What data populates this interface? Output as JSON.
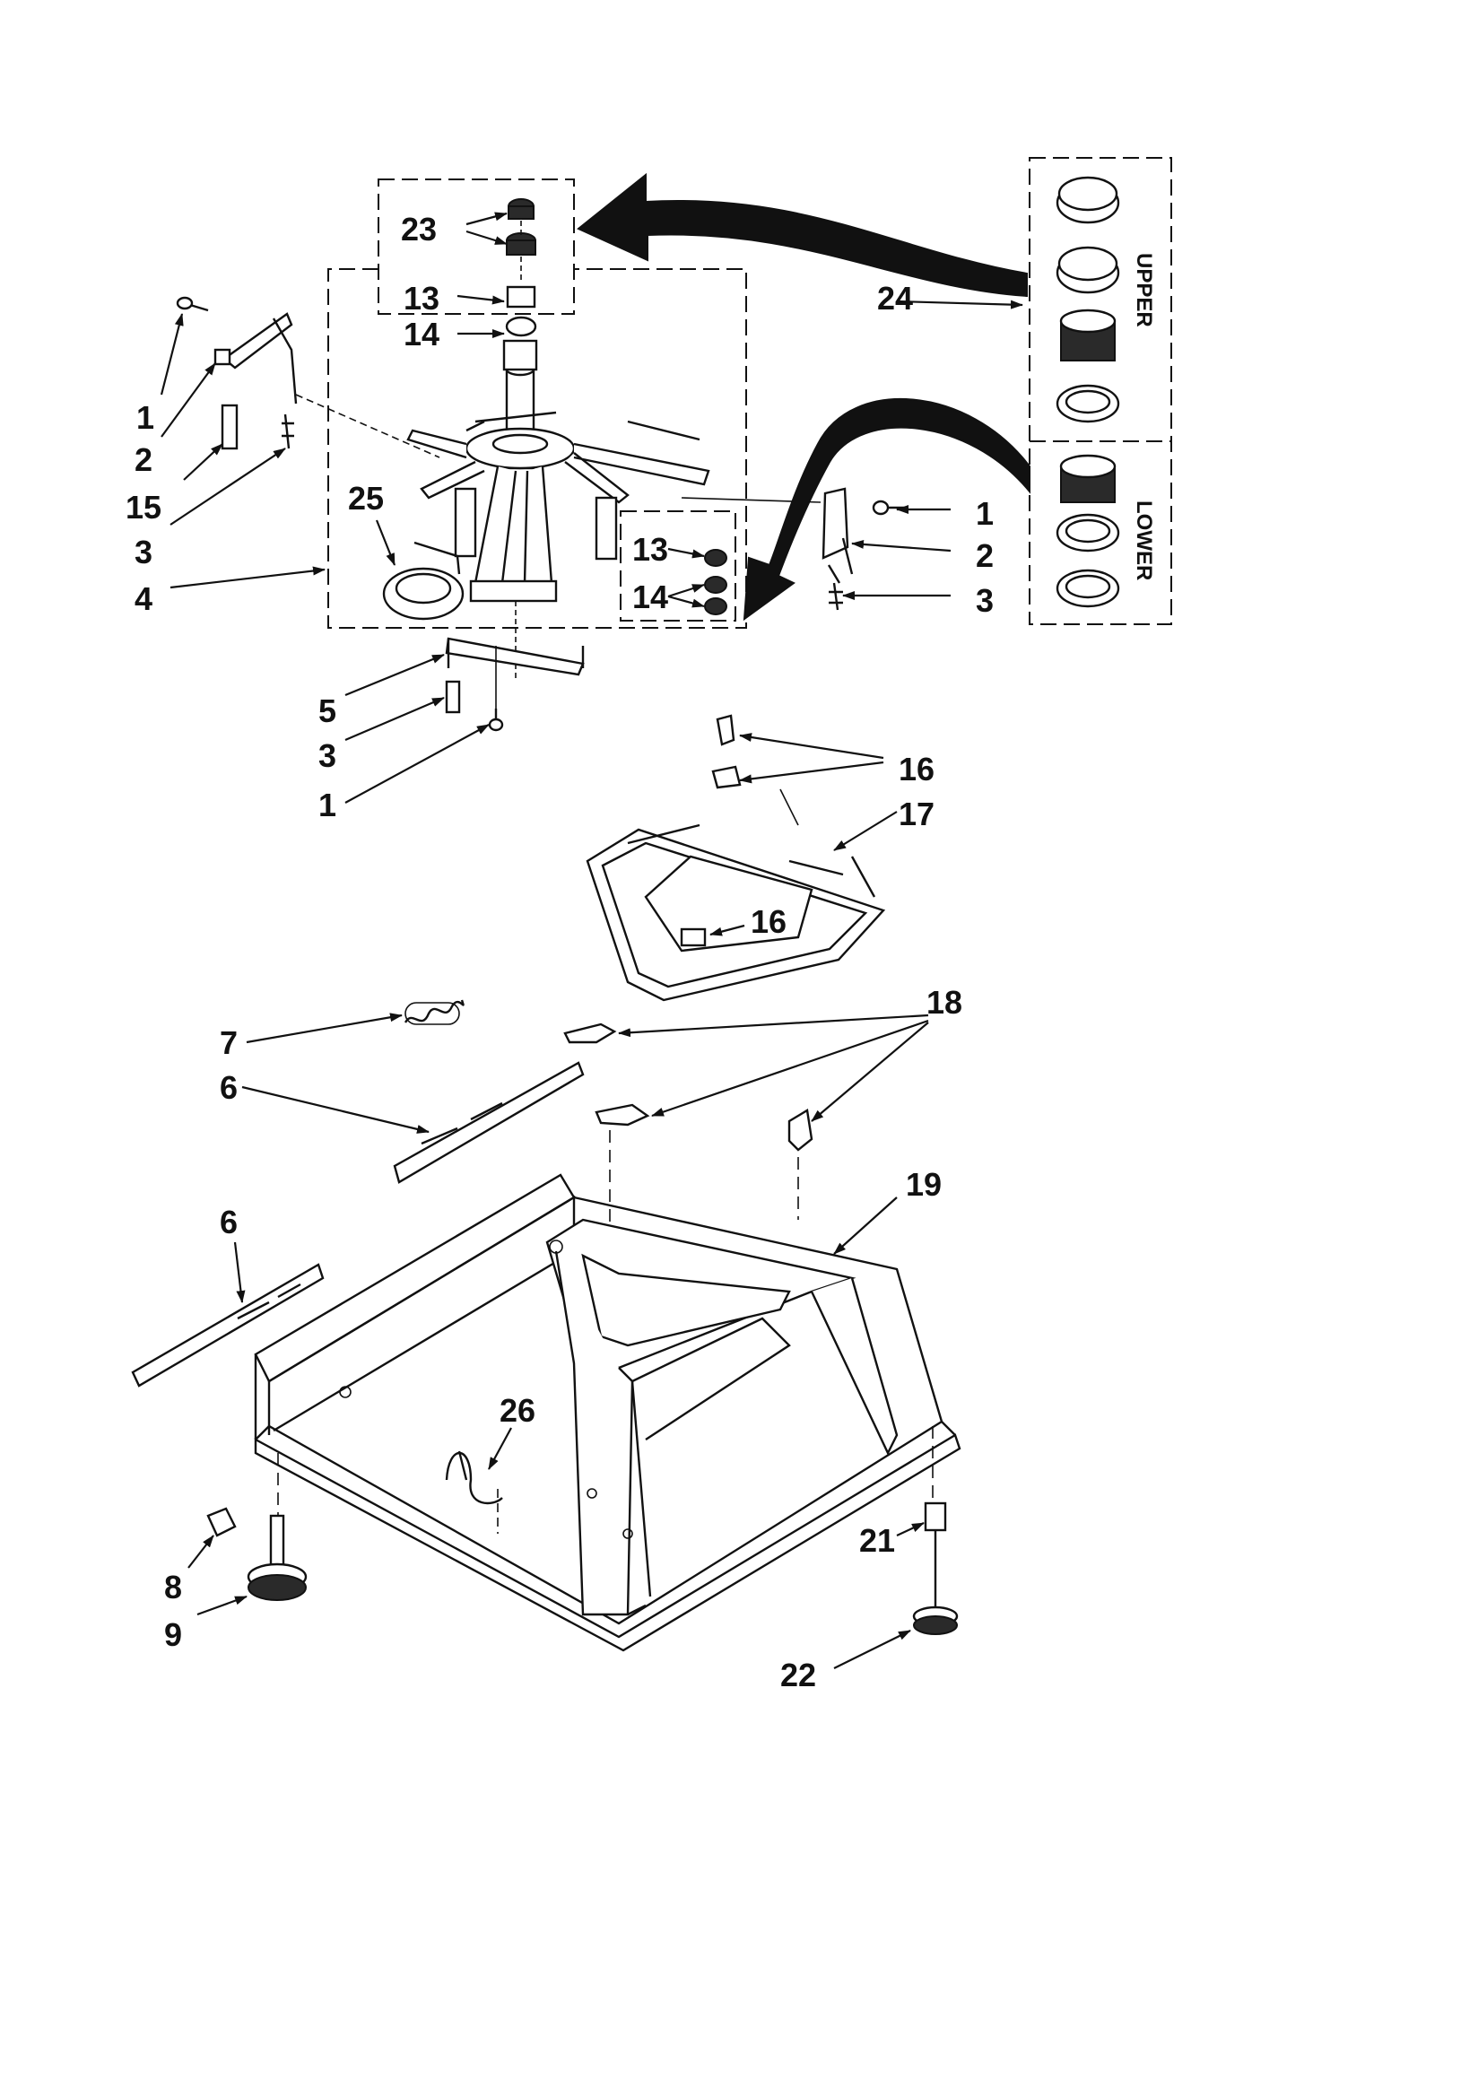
{
  "labels": {
    "l1a": "1",
    "l2a": "2",
    "l15": "15",
    "l3a": "3",
    "l4": "4",
    "l25": "25",
    "l23": "23",
    "l13a": "13",
    "l14a": "14",
    "l13b": "13",
    "l14b": "14",
    "l24": "24",
    "l1b": "1",
    "l2b": "2",
    "l3b": "3",
    "l5": "5",
    "l3c": "3",
    "l1c": "1",
    "l16a": "16",
    "l17": "17",
    "l16b": "16",
    "l7": "7",
    "l6a": "6",
    "l18": "18",
    "l6b": "6",
    "l19": "19",
    "l26": "26",
    "l8": "8",
    "l9": "9",
    "l21": "21",
    "l22": "22"
  },
  "kit": {
    "upper": "UPPER",
    "lower": "LOWER"
  },
  "colors": {
    "ink": "#111111",
    "paper": "#ffffff"
  }
}
